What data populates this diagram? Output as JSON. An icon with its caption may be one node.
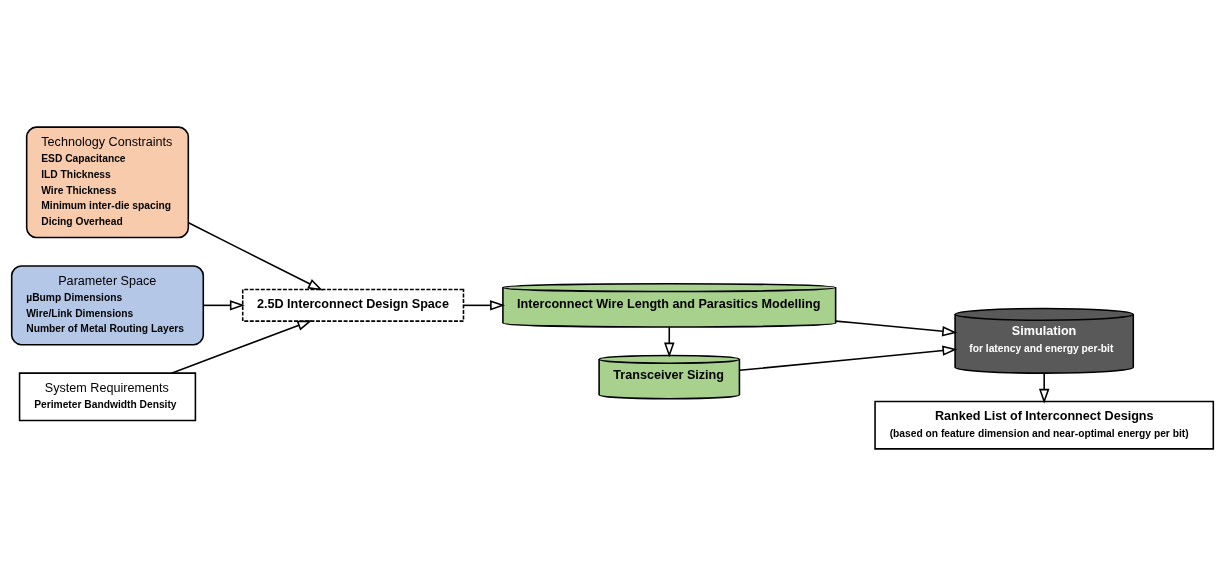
{
  "diagram": {
    "nodes": [
      {
        "text": [
          "Technology Constraints",
          "ESD Capacitance",
          "ILD Thickness",
          "Wire Thickness",
          "Minimum inter-die spacing",
          "Dicing Overhead"
        ]
      },
      {
        "text": [
          "Parameter Space",
          "µBump Dimensions",
          "Wire/Link Dimensions",
          "Number of Metal Routing Layers"
        ]
      },
      {
        "text": [
          "2.5D Interconnect Design Space"
        ]
      },
      {
        "text": [
          "System Requirements",
          "Perimeter Bandwidth Density"
        ]
      },
      {
        "text": [
          "Interconnect Wire Length and Parasitics Modelling"
        ]
      },
      {
        "text": [
          "Transceiver Sizing"
        ]
      },
      {
        "text": [
          "Simulation",
          "for latency and energy per-bit"
        ]
      },
      {
        "text": [
          "Ranked List of Interconnect Designs",
          "(based on feature dimension and near-optimal energy per bit)"
        ]
      }
    ],
    "edges": [
      {
        "from": 0,
        "to": 2,
        "arrow": "to"
      },
      {
        "from": 1,
        "to": 2,
        "arrow": "to"
      },
      {
        "from": 3,
        "to": 2,
        "arrow": "to"
      },
      {
        "from": 2,
        "to": 4,
        "arrow": "to"
      },
      {
        "from": 4,
        "to": 5,
        "arrow": "to"
      },
      {
        "from": 4,
        "to": 6,
        "arrow": "to"
      },
      {
        "from": 5,
        "to": 6,
        "arrow": "to"
      },
      {
        "from": 6,
        "to": 7,
        "arrow": "to"
      }
    ]
  }
}
